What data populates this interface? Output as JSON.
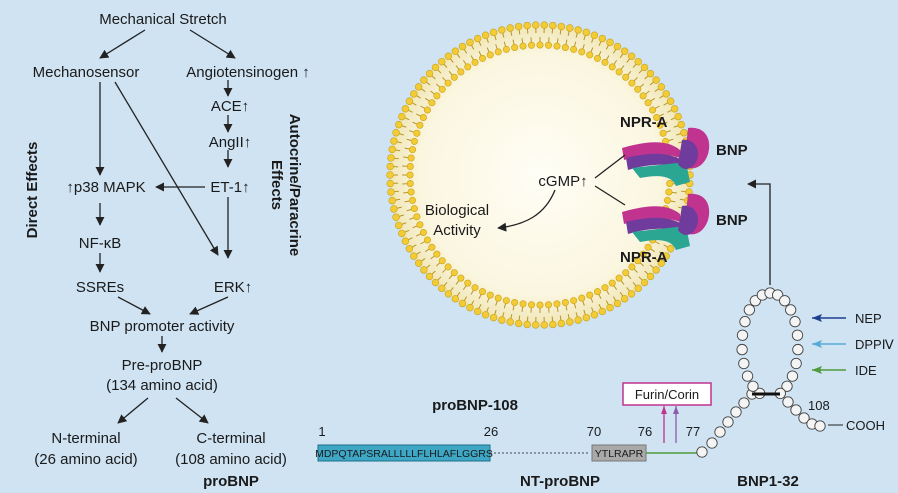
{
  "pathway": {
    "mechanical_stretch": "Mechanical Stretch",
    "mechanosensor": "Mechanosensor",
    "angiotensinogen": "Angiotensinogen ↑",
    "ace": "ACE↑",
    "angii": "AngII↑",
    "et1": "ET-1↑",
    "p38": "↑p38 MAPK",
    "nfkb": "NF-κB",
    "ssres": "SSREs",
    "erk": "ERK↑",
    "promoter": "BNP promoter activity",
    "pre_probnp": "Pre-proBNP",
    "pre_probnp_aa": "(134 amino acid)",
    "n_terminal": "N-terminal",
    "n_terminal_aa": "(26 amino acid)",
    "c_terminal": "C-terminal",
    "c_terminal_aa": "(108 amino acid)",
    "probnp": "proBNP"
  },
  "side_labels": {
    "direct": "Direct Effects",
    "autocrine_1": "Autocrine/Paracrine",
    "autocrine_2": "Effects"
  },
  "cell": {
    "receptor_top": "NPR-A",
    "receptor_bottom": "NPR-A",
    "ligand_top": "BNP",
    "ligand_bottom": "BNP",
    "cgmp": "cGMP↑",
    "bio_1": "Biological",
    "bio_2": "Activity"
  },
  "sequence": {
    "probnp108": "proBNP-108",
    "pos_1": "1",
    "pos_26": "26",
    "pos_70": "70",
    "pos_76": "76",
    "pos_77": "77",
    "pos_108": "108",
    "signal_seq": "MDPQTAPSRALLLLLFLHLAFLGGRS",
    "cleave_seq": "YTLRAPR",
    "furin_corin": "Furin/Corin",
    "ntprobnp": "NT-proBNP",
    "bnp132": "BNP1-32",
    "cooh": "COOH"
  },
  "enzymes": [
    {
      "name": "NEP",
      "color": "#1f3f8f"
    },
    {
      "name": "DPPⅣ",
      "color": "#5aaad8"
    },
    {
      "name": "IDE",
      "color": "#4f9a3a"
    }
  ],
  "colors": {
    "background": "#cfe3f3",
    "membrane_head": "#f2cb35",
    "receptor_pink": "#c0338f",
    "receptor_purple": "#6f3b9c",
    "receptor_teal": "#2aa692",
    "seq_box": "#3ea7c5",
    "cleave_box": "#a9a9a9",
    "furin_box": "#c0338f"
  }
}
